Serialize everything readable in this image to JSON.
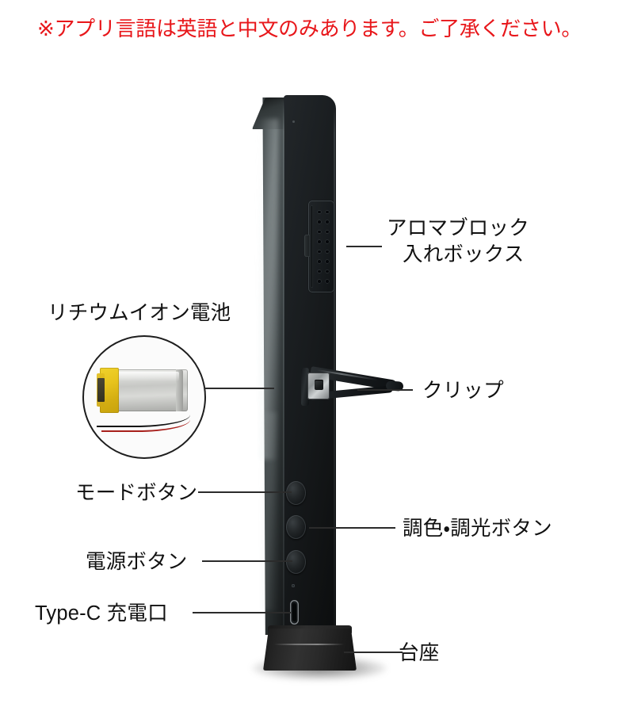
{
  "header": {
    "note": "※アプリ言語は英語と中文のみあります。ご了承ください。",
    "note_color": "#e8161a"
  },
  "product": {
    "name": "portable-aroma-light-stick",
    "body_color": "#16191b",
    "accent_color": "#b9bcbd"
  },
  "callouts": [
    {
      "id": "aroma-box",
      "side": "right",
      "line1": "アロマブロック",
      "line2": "入れボックス",
      "target": "aroma-block-compartment"
    },
    {
      "id": "battery",
      "side": "left",
      "line1": "リチウムイオン電池",
      "line2": "",
      "target": "lithium-ion-battery-inset"
    },
    {
      "id": "clip",
      "side": "right",
      "line1": "クリップ",
      "line2": "",
      "target": "spring-clip"
    },
    {
      "id": "mode-button",
      "side": "left",
      "line1": "モードボタン",
      "line2": "",
      "target": "mode-button"
    },
    {
      "id": "color-light-button",
      "side": "right",
      "line1": "調色・調光ボタン",
      "line2": "",
      "target": "color-brightness-button"
    },
    {
      "id": "power-button",
      "side": "left",
      "line1": "電源ボタン",
      "line2": "",
      "target": "power-button"
    },
    {
      "id": "type-c-port",
      "side": "left",
      "line1": "Type-C 充電口",
      "line2": "",
      "target": "usb-type-c-port"
    },
    {
      "id": "base",
      "side": "right",
      "line1": "台座",
      "line2": "",
      "target": "pedestal-base"
    }
  ],
  "battery_inset": {
    "label": "リチウムイオン電池",
    "cell_color": "#c7c8c5",
    "tape_color": "#e8c41d",
    "wire_colors": [
      "#121212",
      "#a8201c"
    ]
  }
}
